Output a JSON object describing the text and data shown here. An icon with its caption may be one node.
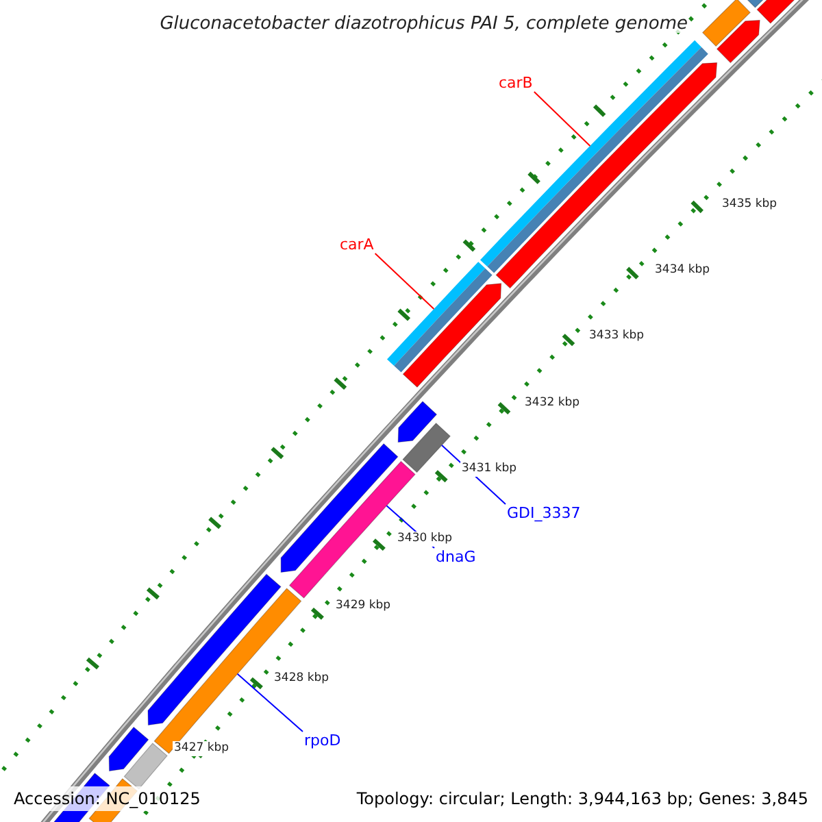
{
  "diagram": {
    "title": "Gluconacetobacter diazotrophicus PAI 5, complete genome",
    "nodes": [
      {
        "text": [
          "carB"
        ]
      },
      {
        "text": [
          "carA"
        ]
      },
      {
        "text": [
          "GDI_3337"
        ]
      },
      {
        "text": [
          "dnaG"
        ]
      },
      {
        "text": [
          "rpoD"
        ]
      },
      {
        "text": [],
        "shape": "bar"
      },
      {
        "text": [],
        "shape": "bar"
      },
      {
        "text": [],
        "shape": "bar"
      },
      {
        "text": [],
        "shape": "bar"
      },
      {
        "text": [],
        "shape": "bar"
      }
    ],
    "edges": [
      {
        "from": 0,
        "to": 5,
        "arrow": "none",
        "color": "#ff0000"
      },
      {
        "from": 1,
        "to": 6,
        "arrow": "none",
        "color": "#ff0000"
      },
      {
        "from": 2,
        "to": 7,
        "arrow": "none"
      },
      {
        "from": 3,
        "to": 8,
        "arrow": "none"
      },
      {
        "from": 4,
        "to": 9,
        "arrow": "none"
      }
    ],
    "labels": [
      "3435 kbp",
      "3434 kbp",
      "3433 kbp",
      "3432 kbp",
      "3431 kbp",
      "3430 kbp",
      "3429 kbp",
      "3428 kbp",
      "3427 kbp",
      "Accession: NC_010125",
      "Topology: circular; Length: 3,944,163 bp; Genes: 3,845"
    ]
  }
}
